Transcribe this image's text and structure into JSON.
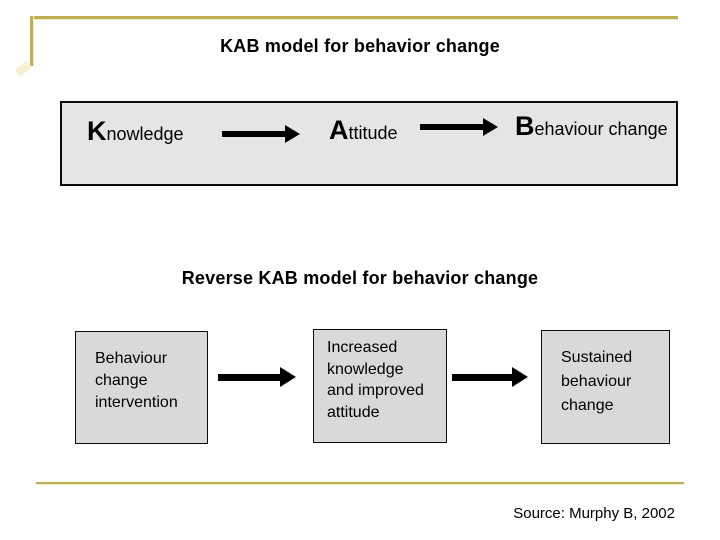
{
  "slide": {
    "title": "KAB model for behavior change",
    "kab_model": {
      "items": [
        {
          "initial": "K",
          "rest": "nowledge"
        },
        {
          "initial": "A",
          "rest": "ttitude"
        },
        {
          "initial": "B",
          "rest": "ehaviour change"
        }
      ]
    },
    "reverse_title": "Reverse KAB model for behavior change",
    "reverse_model": {
      "boxes": [
        "Behaviour\nchange\nintervention",
        "Increased\nknowledge\nand improved\nattitude",
        "Sustained\nbehaviour\nchange"
      ]
    },
    "source": "Source: Murphy B, 2002"
  },
  "colors": {
    "accent_rule_gold": "#bfae52",
    "accent_rule_halo": "#f2edc8",
    "top_box_fill": "#e5e5e5",
    "flow_box_fill": "#d9d9d9",
    "box_border": "#0d0d0d",
    "text": "#000000",
    "background": "#ffffff"
  }
}
